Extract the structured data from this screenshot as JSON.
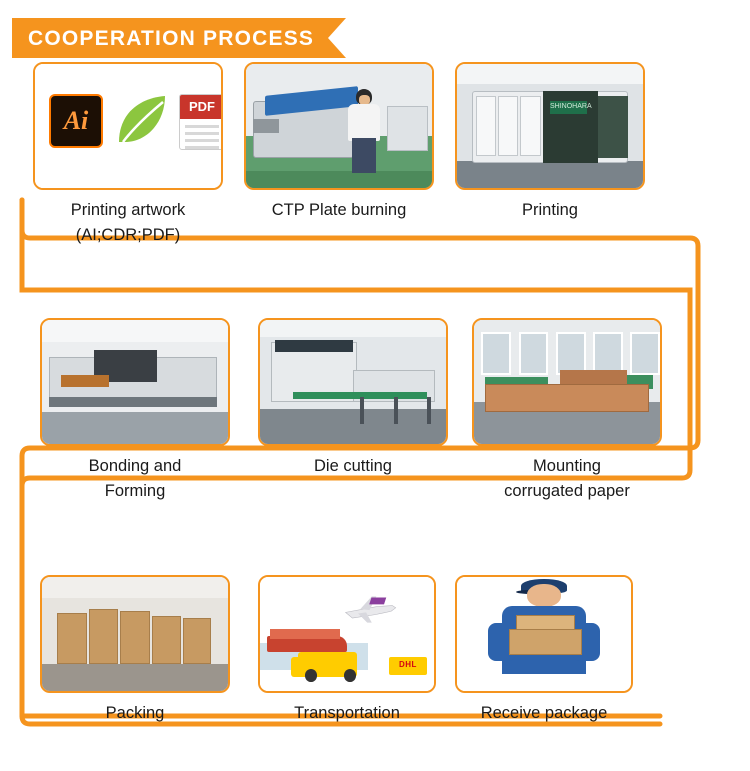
{
  "header": {
    "title": "COOPERATION PROCESS",
    "bar_color": "#f5941e",
    "text_color": "#ffffff"
  },
  "theme": {
    "accent": "#f5941e",
    "caption_color": "#1a1a1a",
    "background": "#ffffff"
  },
  "steps": [
    {
      "index": 1,
      "caption": "Printing artwork\n(AI;CDR;PDF)",
      "image_name": "artwork-file-formats",
      "icons": [
        {
          "name": "adobe-illustrator-icon",
          "label": "Ai"
        },
        {
          "name": "coreldraw-leaf-icon",
          "label": ""
        },
        {
          "name": "pdf-file-icon",
          "label": "PDF"
        }
      ]
    },
    {
      "index": 2,
      "caption": "CTP Plate burning",
      "image_name": "ctp-plate-burning-machine-with-operator"
    },
    {
      "index": 3,
      "caption": "Printing",
      "image_name": "offset-printing-press",
      "machine_label": "SHINOHARA"
    },
    {
      "index": 4,
      "caption": "Bonding and\nForming",
      "image_name": "folder-gluer-bonding-line"
    },
    {
      "index": 5,
      "caption": "Die cutting",
      "image_name": "die-cutting-machine"
    },
    {
      "index": 6,
      "caption": "Mounting\ncorrugated paper",
      "image_name": "corrugated-paper-mounting-workshop"
    },
    {
      "index": 7,
      "caption": "Packing",
      "image_name": "warehouse-packed-cartons"
    },
    {
      "index": 8,
      "caption": "Transportation",
      "image_name": "shipping-air-sea-truck-dhl",
      "courier_label": "DHL"
    },
    {
      "index": 9,
      "caption": "Receive package",
      "image_name": "courier-delivering-parcel"
    }
  ]
}
